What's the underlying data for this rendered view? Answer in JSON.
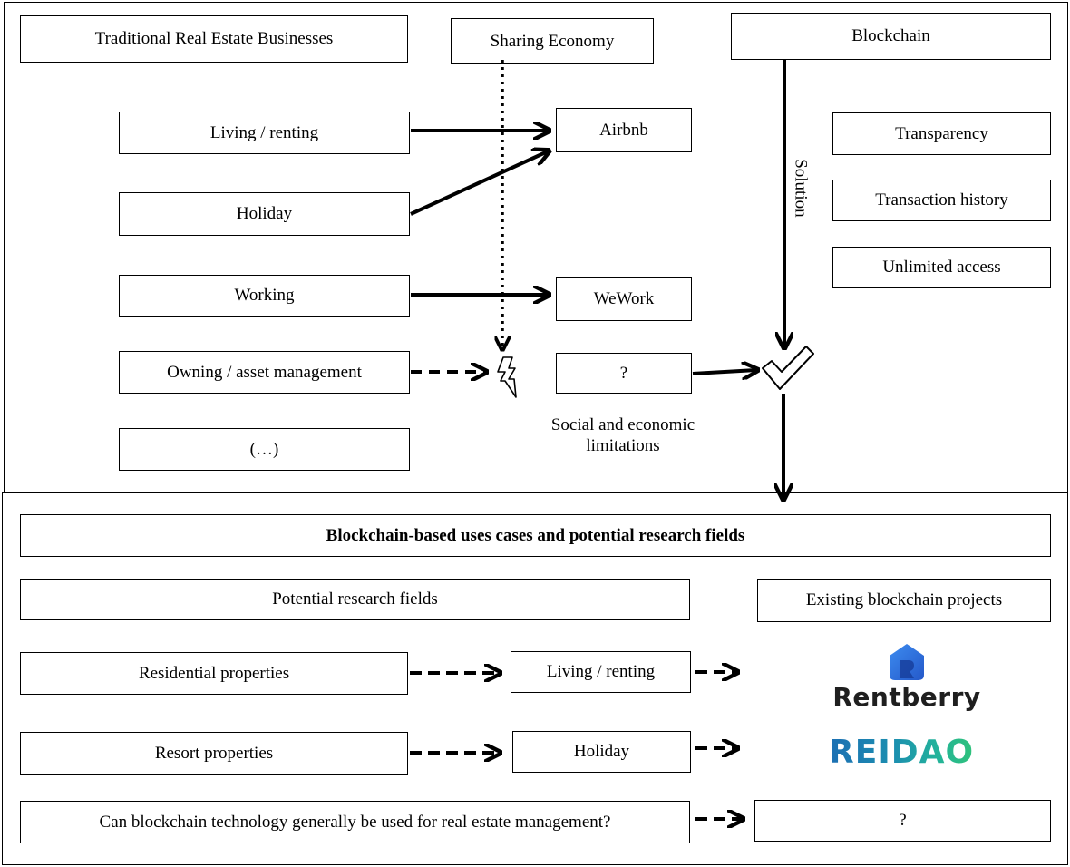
{
  "top": {
    "trad_header": "Traditional Real Estate Businesses",
    "sharing_header": "Sharing Economy",
    "blockchain_header": "Blockchain",
    "living": "Living / renting",
    "holiday": "Holiday",
    "working": "Working",
    "owning": "Owning / asset management",
    "ellipsis": "(…)",
    "airbnb": "Airbnb",
    "wework": "WeWork",
    "question": "?",
    "limitations": "Social and economic limitations",
    "transparency": "Transparency",
    "transaction_history": "Transaction history",
    "unlimited_access": "Unlimited access",
    "solution": "Solution"
  },
  "bottom": {
    "title": "Blockchain-based uses cases and potential research fields",
    "potential_fields": "Potential research fields",
    "existing_projects": "Existing blockchain projects",
    "residential": "Residential properties",
    "living": "Living / renting",
    "resort": "Resort properties",
    "holiday": "Holiday",
    "general_question": "Can blockchain technology generally be used for real estate management?",
    "question": "?",
    "rentberry_logo": "Rentberry",
    "reidao_logo": "REIDAO"
  },
  "colors": {
    "rentberry_icon": "#2f6fe0",
    "reidao_gradient_start": "#1c6fb3",
    "reidao_gradient_end": "#2fc27a"
  }
}
